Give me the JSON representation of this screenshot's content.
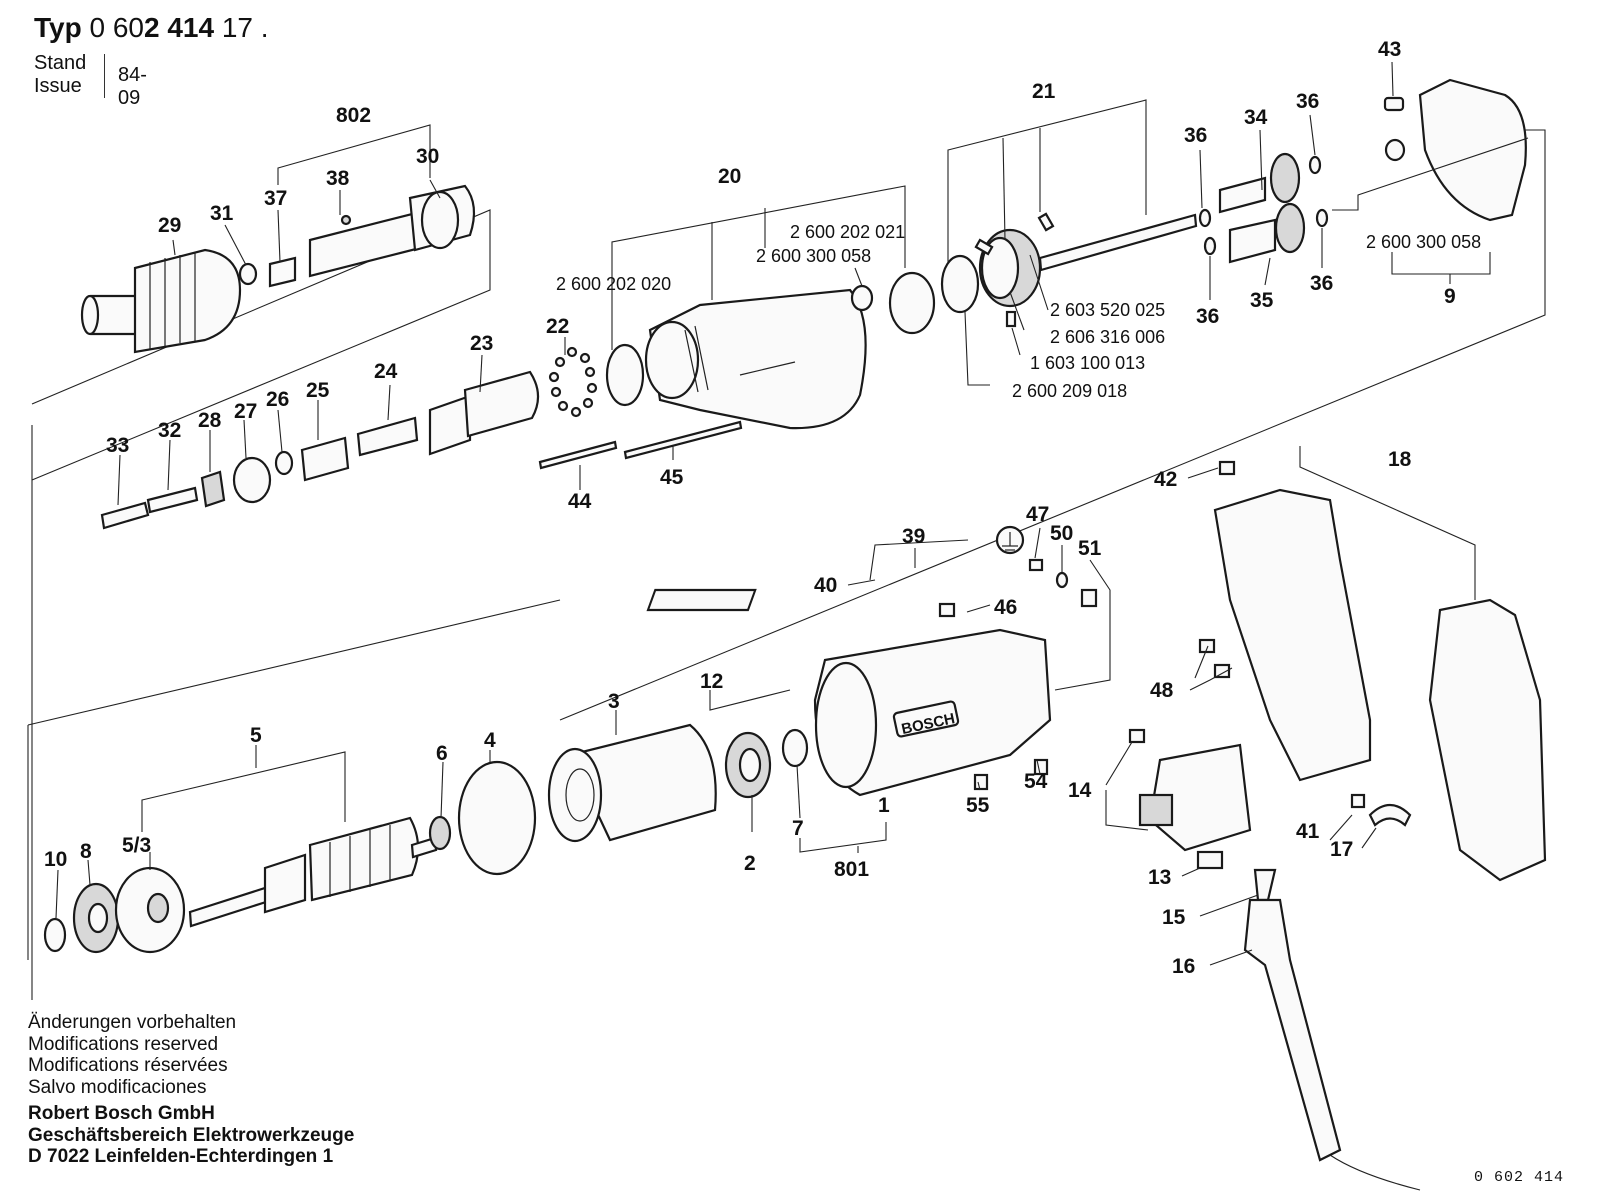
{
  "header": {
    "typ_label": "Typ",
    "typ_prefix": "0 60",
    "typ_bold": "2 414",
    "typ_suffix": " 17 .",
    "stand_label": "Stand",
    "issue_label": "Issue",
    "stand_value": "84-09"
  },
  "footer": {
    "notes": [
      "Änderungen vorbehalten",
      "Modifications reserved",
      "Modifications réservées",
      "Salvo modificaciones"
    ],
    "company": [
      "Robert Bosch GmbH",
      "Geschäftsbereich Elektrowerkzeuge",
      "D 7022 Leinfelden-Echterdingen 1"
    ],
    "doc_number": "0 602 414"
  },
  "brand_label": "BOSCH",
  "part_numbers": {
    "p1": "1",
    "p2": "2",
    "p3": "3",
    "p4": "4",
    "p5": "5",
    "p5_3": "5/3",
    "p6": "6",
    "p7": "7",
    "p8": "8",
    "p9": "9",
    "p10": "10",
    "p12": "12",
    "p13": "13",
    "p14": "14",
    "p15": "15",
    "p16": "16",
    "p17": "17",
    "p18": "18",
    "p20": "20",
    "p21": "21",
    "p22": "22",
    "p23": "23",
    "p24": "24",
    "p25": "25",
    "p26": "26",
    "p27": "27",
    "p28": "28",
    "p29": "29",
    "p30": "30",
    "p31": "31",
    "p32": "32",
    "p33": "33",
    "p34": "34",
    "p35": "35",
    "p36a": "36",
    "p36b": "36",
    "p36c": "36",
    "p36d": "36",
    "p37": "37",
    "p38": "38",
    "p39": "39",
    "p40": "40",
    "p41": "41",
    "p42": "42",
    "p43": "43",
    "p44": "44",
    "p45": "45",
    "p46": "46",
    "p47": "47",
    "p48": "48",
    "p50": "50",
    "p51": "51",
    "p54": "54",
    "p55": "55",
    "p801": "801",
    "p802": "802"
  },
  "catalog_numbers": {
    "c1": "2 600 202 021",
    "c2": "2 600 300 058",
    "c3": "2 600 202 020",
    "c4": "2 603 520 025",
    "c5": "2 606 316 006",
    "c6": "1 603 100 013",
    "c7": "2 600 209 018",
    "c8": "2 600 300 058"
  }
}
